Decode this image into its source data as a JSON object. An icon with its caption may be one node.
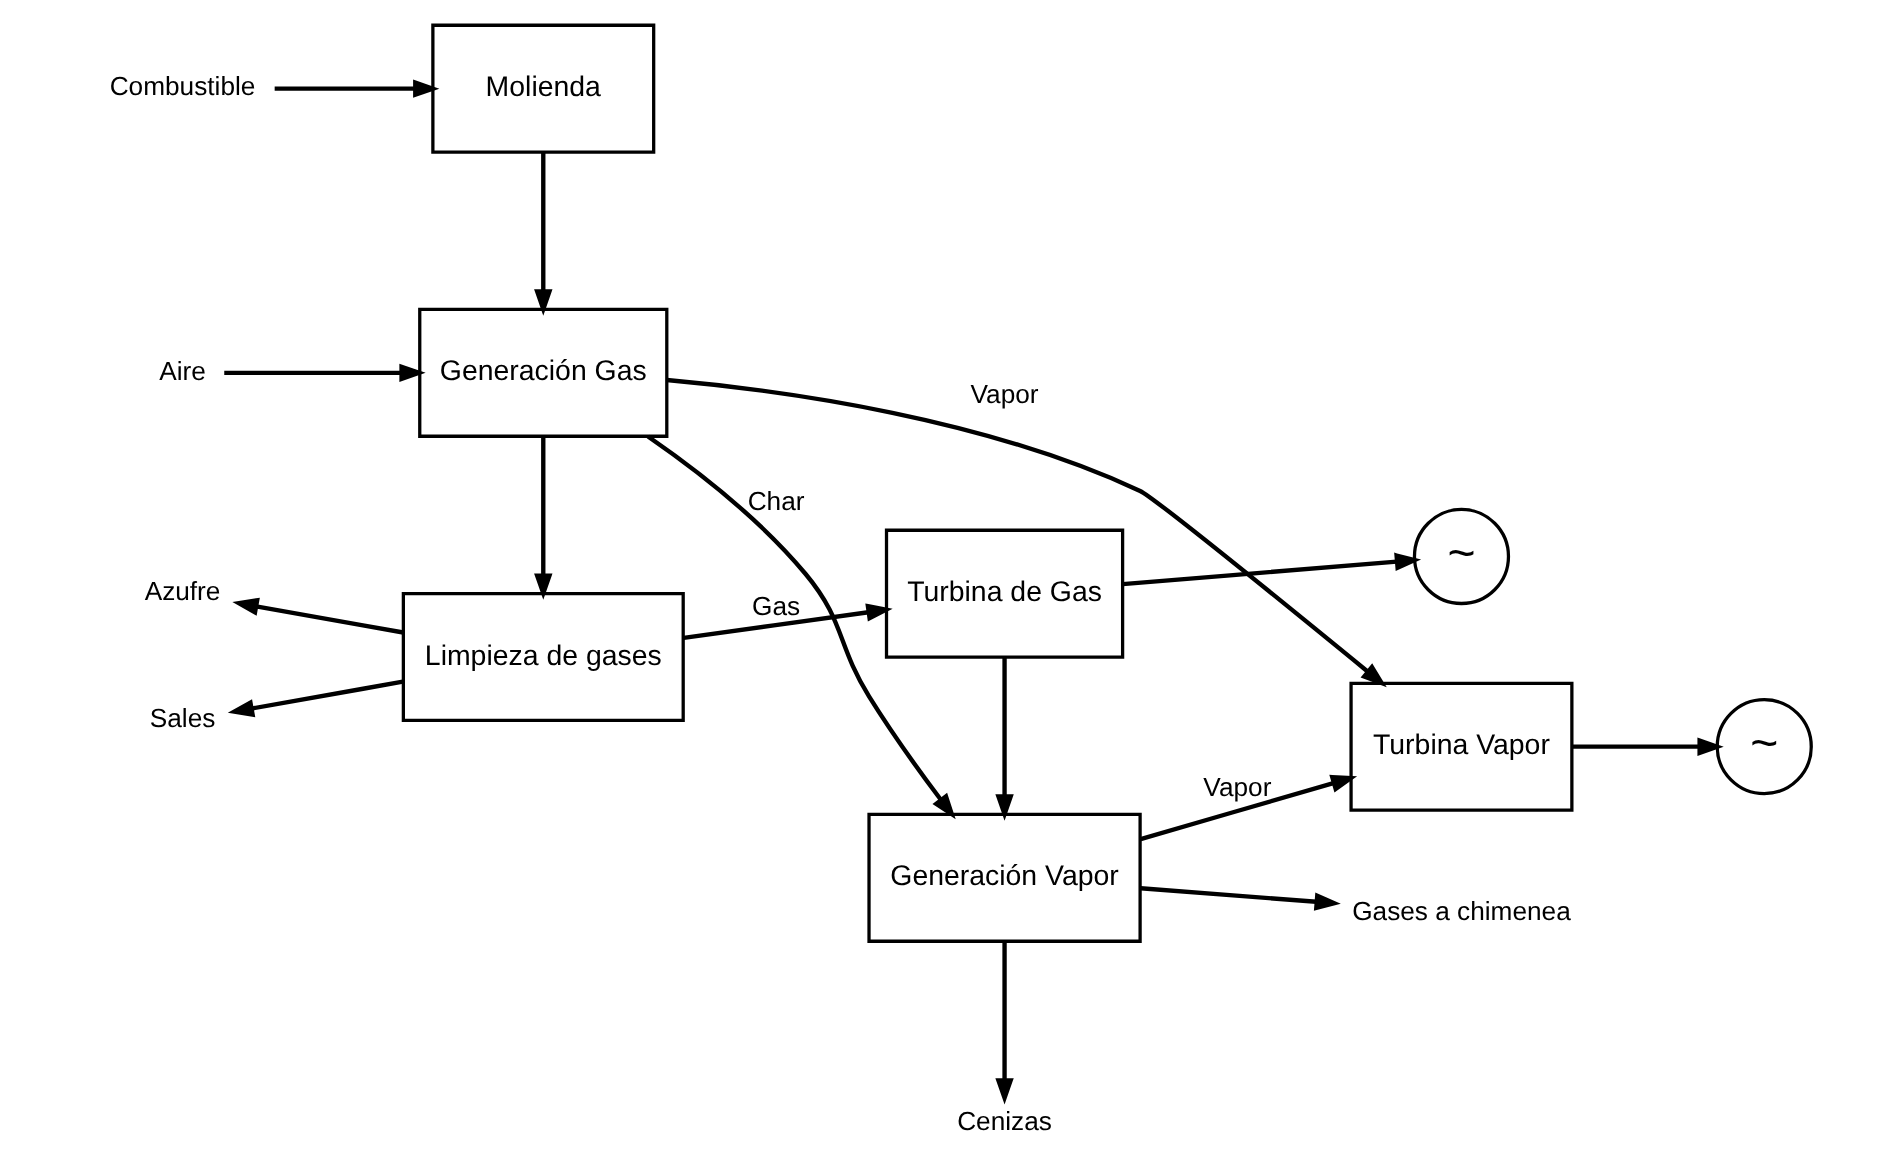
{
  "diagram": {
    "nodes": [
      {
        "text": [
          "Limpieza de gases"
        ]
      },
      {
        "text": [
          "Turbina de Gas"
        ]
      },
      {
        "text": [
          "~"
        ]
      },
      {
        "text": [
          "Generación Gas"
        ]
      },
      {
        "text": [
          "Generación Vapor"
        ]
      },
      {
        "text": [
          "Turbina Vapor"
        ]
      },
      {
        "text": [
          "~"
        ]
      },
      {
        "text": [
          "Molienda"
        ]
      },
      {
        "text": [
          "Azufre"
        ]
      },
      {
        "text": [
          "Sales"
        ]
      },
      {
        "text": [
          "Aire"
        ]
      },
      {
        "text": [
          "Gases a chimenea"
        ]
      },
      {
        "text": [
          "Cenizas"
        ]
      },
      {
        "text": [
          "Combustible"
        ]
      }
    ],
    "edges": [
      {
        "from": 0,
        "to": 8,
        "arrow": "to"
      },
      {
        "from": 0,
        "to": 9,
        "arrow": "to"
      },
      {
        "from": 0,
        "to": 1,
        "arrow": "to",
        "label": "Gas"
      },
      {
        "from": 1,
        "to": 2,
        "arrow": "to"
      },
      {
        "from": 1,
        "to": 4,
        "arrow": "to"
      },
      {
        "from": 3,
        "to": 0,
        "arrow": "to"
      },
      {
        "from": 10,
        "to": 3,
        "arrow": "to"
      },
      {
        "from": 3,
        "to": 4,
        "arrow": "to",
        "label": "Char"
      },
      {
        "from": 3,
        "to": 5,
        "arrow": "to",
        "label": "Vapor"
      },
      {
        "from": 4,
        "to": 11,
        "arrow": "to"
      },
      {
        "from": 4,
        "to": 5,
        "arrow": "to",
        "label": "Vapor"
      },
      {
        "from": 5,
        "to": 6,
        "arrow": "to"
      },
      {
        "from": 4,
        "to": 12,
        "arrow": "to"
      },
      {
        "from": 7,
        "to": 3,
        "arrow": "to"
      },
      {
        "from": 13,
        "to": 7,
        "arrow": "to"
      }
    ]
  }
}
